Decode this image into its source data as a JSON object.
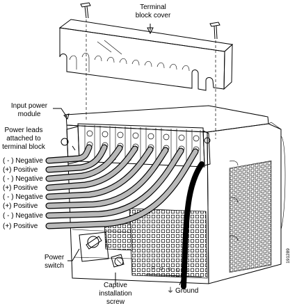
{
  "labels": {
    "terminal_block_cover_line1": "Terminal",
    "terminal_block_cover_line2": "block cover",
    "input_power_module_line1": "Input power",
    "input_power_module_line2": "module",
    "power_leads_line1": "Power leads",
    "power_leads_line2": "attached to",
    "power_leads_line3": "terminal block",
    "power_switch_line1": "Power",
    "power_switch_line2": "switch",
    "captive_screw_line1": "Captive",
    "captive_screw_line2": "installation",
    "captive_screw_line3": "screw",
    "ground": "Ground",
    "ground_symbol": "⏚",
    "figure_id": "191289"
  },
  "leads": [
    {
      "label": "( - ) Negative"
    },
    {
      "label": "(+) Positive"
    },
    {
      "label": "( - ) Negative"
    },
    {
      "label": "(+) Positive"
    },
    {
      "label": "( - ) Negative"
    },
    {
      "label": "(+) Positive"
    },
    {
      "label": "( - ) Negative"
    },
    {
      "label": "(+) Positive"
    }
  ],
  "colors": {
    "line": "#000000",
    "lead_fill": "#b9b9b9",
    "ground_wire": "#000000",
    "background": "#ffffff"
  }
}
